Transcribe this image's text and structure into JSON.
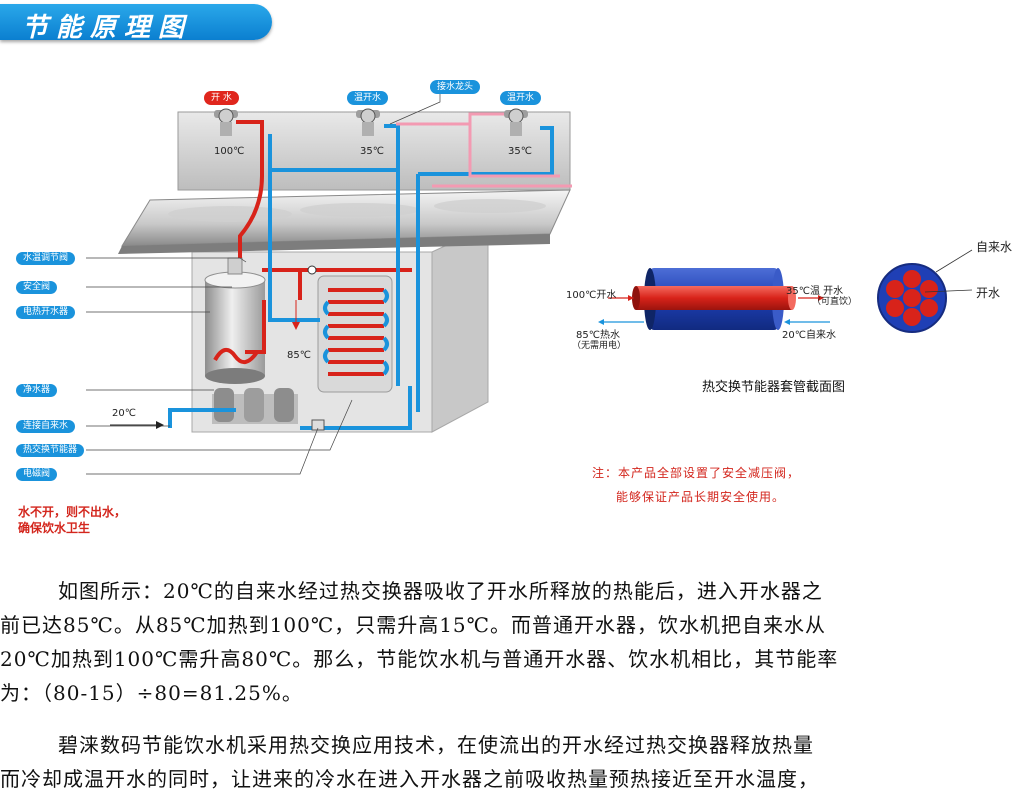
{
  "header": {
    "title": "节能原理图"
  },
  "top_tags": {
    "boiling": "开 水",
    "warm1": "温开水",
    "faucet": "接水龙头",
    "warm2": "温开水"
  },
  "temps": {
    "t100": "100℃",
    "t35a": "35℃",
    "t35b": "35℃",
    "t85": "85℃",
    "t20": "20℃"
  },
  "side_labels": [
    "水温调节阀",
    "安全阀",
    "电热开水器",
    "净水器",
    "连接自来水",
    "热交换节能器",
    "电磁阀"
  ],
  "warning": [
    "水不开，则不出水，",
    "确保饮水卫生"
  ],
  "exchanger": {
    "in_hot": "100℃开水",
    "out_warm": "35℃温 开水",
    "out_warm_sub": "（可直饮）",
    "out_hot": "85℃热水",
    "out_hot_sub": "（无需用电）",
    "in_cold": "20℃自来水",
    "title": "热交换节能器套管截面图"
  },
  "cross_section": {
    "label_tap": "自来水",
    "label_boil": "开水"
  },
  "note": [
    "注：本产品全部设置了安全减压阀，",
    "能够保证产品长期安全使用。"
  ],
  "paragraph1": [
    "如图所示：20℃的自来水经过热交换器吸收了开水所释放的热能后，进入开水器之",
    "前已达85℃。从85℃加热到100℃，只需升高15℃。而普通开水器，饮水机把自来水从",
    "20℃加热到100℃需升高80℃。那么，节能饮水机与普通开水器、饮水机相比，其节能率",
    "为：（80-15）÷80=81.25%。"
  ],
  "paragraph2": [
    "碧涞数码节能饮水机采用热交换应用技术，在使流出的开水经过热交换器释放热量",
    "而冷却成温开水的同时，让进来的冷水在进入开水器之前吸收热量预热接近至开水温度，"
  ],
  "colors": {
    "hot": "#e0261d",
    "cold": "#1a93dc",
    "warm_pink": "#f39ab2",
    "title_blue": "#1189d8"
  }
}
